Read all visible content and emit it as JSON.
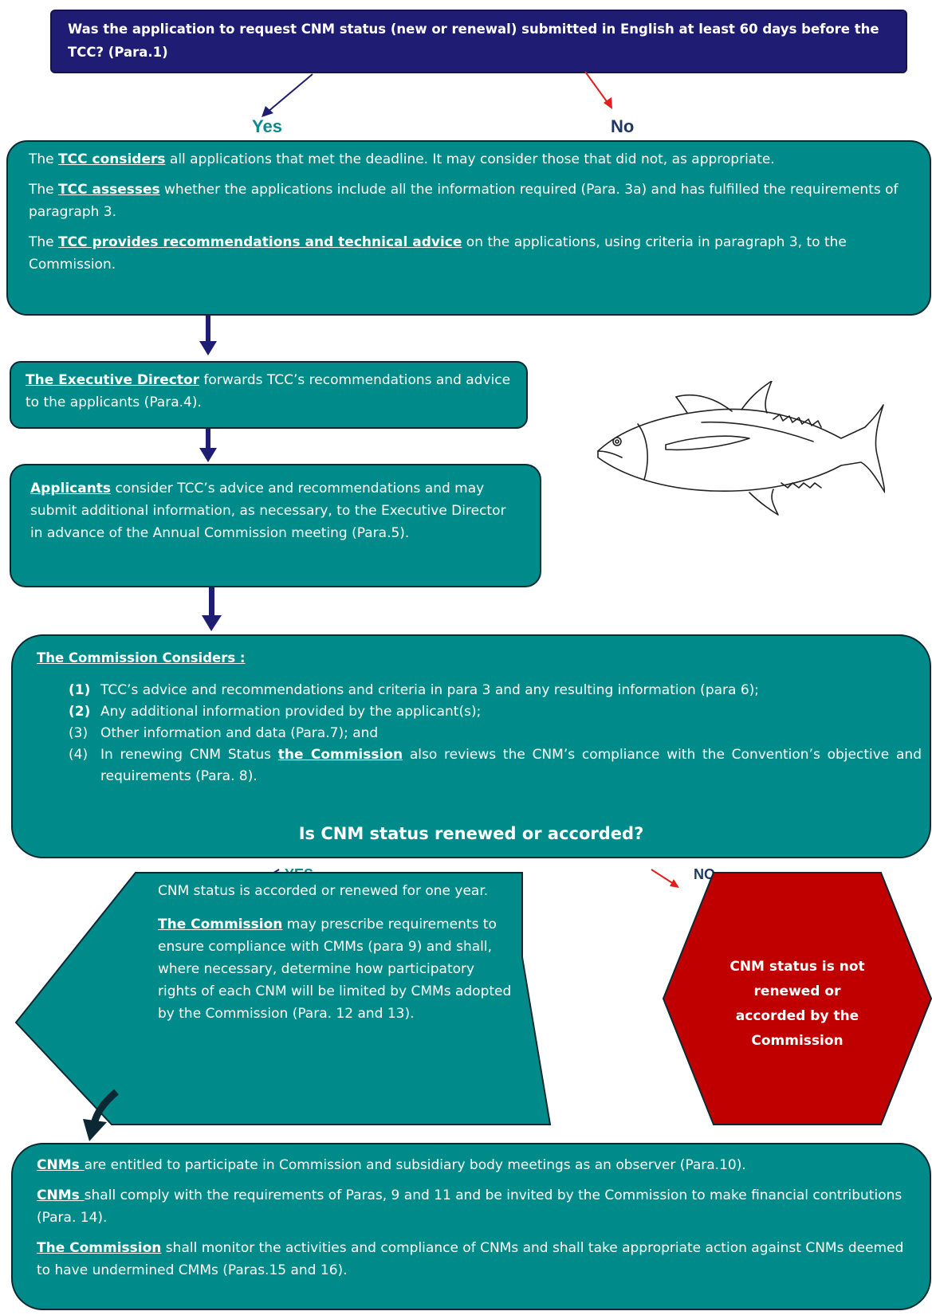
{
  "question1": "Was the application to request CNM status (new or renewal) submitted in English at least 60 days before the TCC? (Para.1)",
  "yes_label": "Yes",
  "no_label": "No",
  "tcc_box": {
    "p1_pre": "The ",
    "p1_emph": "TCC considers",
    "p1_post": " all applications that met the deadline. It may consider those that did not, as appropriate.",
    "p2_pre": "The ",
    "p2_emph": "TCC assesses",
    "p2_post": " whether the applications include all the information required (Para. 3a) and has fulfilled the requirements of paragraph 3.",
    "p3_pre": "The ",
    "p3_emph": "TCC provides recommendations and technical advice",
    "p3_post": " on the applications, using criteria in paragraph 3, to the Commission."
  },
  "exec_box": {
    "emph": "The Executive Director",
    "post": " forwards TCC’s recommendations and advice to the applicants (Para.4)."
  },
  "applicants_box": {
    "emph": "Applicants",
    "post": " consider TCC’s advice and recommendations and may submit additional information, as necessary, to the Executive Director in advance of the Annual Commission meeting (Para.5)."
  },
  "commission_box": {
    "heading": "The Commission Considers :",
    "items": [
      {
        "num": "(1)",
        "text": "TCC’s advice and recommendations and criteria in para 3 and any resulting information (para 6);"
      },
      {
        "num": "(2)",
        "text": "Any additional information provided by the applicant(s);"
      },
      {
        "num": "(3)",
        "text": "Other information and data (Para.7); and"
      },
      {
        "num": "(4)",
        "pre": "In renewing CNM Status ",
        "emph": "the Commission",
        "post": " also reviews the CNM’s compliance with the Convention’s objective and requirements (Para. 8)."
      }
    ],
    "question": "Is CNM status renewed or accorded?"
  },
  "yes2_label": "YES",
  "no2_label": "NO",
  "yes_outcome": {
    "p1": "CNM status is accorded or renewed for one year.",
    "p2_emph": "The Commission",
    "p2_post": " may prescribe requirements to ensure compliance with CMMs (para 9) and shall, where necessary, determine how participatory rights of each CNM will be limited by CMMs adopted by the Commission (Para. 12 and 13)."
  },
  "no_outcome": "CNM status is not renewed or accorded by the Commission",
  "final_box": {
    "p1_emph": "CNMs ",
    "p1_post": "are entitled to participate in Commission and subsidiary body meetings as an observer (Para.10).",
    "p2_emph": "CNMs ",
    "p2_post": "shall comply with the requirements of Paras, 9 and 11 and be invited by the Commission to make financial contributions (Para. 14).",
    "p3_emph": "The Commission",
    "p3_post": " shall monitor the activities and compliance of CNMs and shall take appropriate action against CNMs deemed to have undermined CMMs (Paras.15 and 16)."
  },
  "colors": {
    "teal": "#008b8b",
    "navy": "#1f1d73",
    "red": "#c00000",
    "yes_text": "#0e8a8a",
    "no_text": "#1f3864"
  },
  "icons": {
    "fish": "tuna-fish-illustration"
  }
}
